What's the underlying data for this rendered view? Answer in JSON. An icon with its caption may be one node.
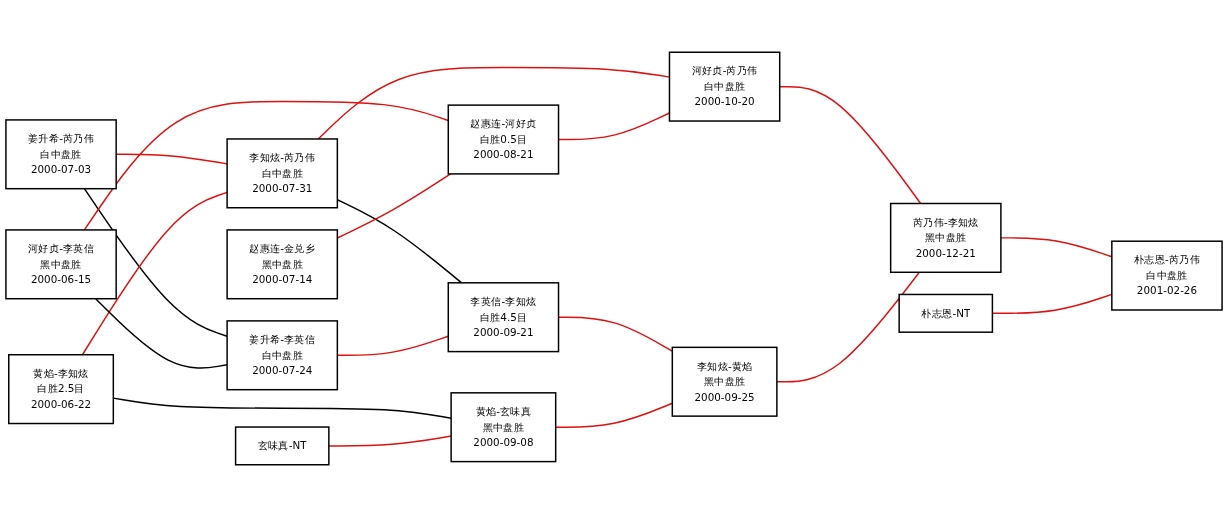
{
  "diagram": {
    "nodes": [
      {
        "text": [
          "姜升希-芮乃伟",
          "白中盘胜",
          "2000-07-03"
        ]
      },
      {
        "text": [
          "黄焰-李知炫",
          "白胜2.5目",
          "2000-06-22"
        ]
      },
      {
        "text": [
          "河好贞-李英信",
          "黑中盘胜",
          "2000-06-15"
        ]
      },
      {
        "text": [
          "李知炫-芮乃伟",
          "白中盘胜",
          "2000-07-31"
        ]
      },
      {
        "text": [
          "赵惠连-金兑乡",
          "黑中盘胜",
          "2000-07-14"
        ]
      },
      {
        "text": [
          "姜升希-李英信",
          "白中盘胜",
          "2000-07-24"
        ]
      },
      {
        "text": [
          "玄味真-NT"
        ]
      },
      {
        "text": [
          "赵惠连-河好贞",
          "白胜0.5目",
          "2000-08-21"
        ]
      },
      {
        "text": [
          "李英信-李知炫",
          "白胜4.5目",
          "2000-09-21"
        ]
      },
      {
        "text": [
          "黄焰-玄味真",
          "黑中盘胜",
          "2000-09-08"
        ]
      },
      {
        "text": [
          "河好贞-芮乃伟",
          "白中盘胜",
          "2000-10-20"
        ]
      },
      {
        "text": [
          "李知炫-黄焰",
          "黑中盘胜",
          "2000-09-25"
        ]
      },
      {
        "text": [
          "芮乃伟-李知炫",
          "黑中盘胜",
          "2000-12-21"
        ]
      },
      {
        "text": [
          "朴志恩-NT"
        ]
      },
      {
        "text": [
          "朴志恩-芮乃伟",
          "白中盘胜",
          "2001-02-26"
        ]
      }
    ],
    "edges": [
      {
        "from": 0,
        "to": 3,
        "arrow": "none"
      },
      {
        "from": 0,
        "to": 5,
        "arrow": "none",
        "color": "#000000"
      },
      {
        "from": 1,
        "to": 3,
        "arrow": "none"
      },
      {
        "from": 1,
        "to": 9,
        "arrow": "none",
        "color": "#000000"
      },
      {
        "from": 2,
        "to": 7,
        "arrow": "none"
      },
      {
        "from": 2,
        "to": 5,
        "arrow": "none",
        "color": "#000000"
      },
      {
        "from": 3,
        "to": 10,
        "arrow": "none"
      },
      {
        "from": 3,
        "to": 8,
        "arrow": "none",
        "color": "#000000"
      },
      {
        "from": 4,
        "to": 7,
        "arrow": "none"
      },
      {
        "from": 5,
        "to": 8,
        "arrow": "none"
      },
      {
        "from": 6,
        "to": 9,
        "arrow": "none"
      },
      {
        "from": 7,
        "to": 10,
        "arrow": "none"
      },
      {
        "from": 8,
        "to": 11,
        "arrow": "none"
      },
      {
        "from": 9,
        "to": 11,
        "arrow": "none"
      },
      {
        "from": 10,
        "to": 12,
        "arrow": "none"
      },
      {
        "from": 11,
        "to": 12,
        "arrow": "none"
      },
      {
        "from": 12,
        "to": 14,
        "arrow": "none"
      },
      {
        "from": 13,
        "to": 14,
        "arrow": "none"
      }
    ]
  }
}
